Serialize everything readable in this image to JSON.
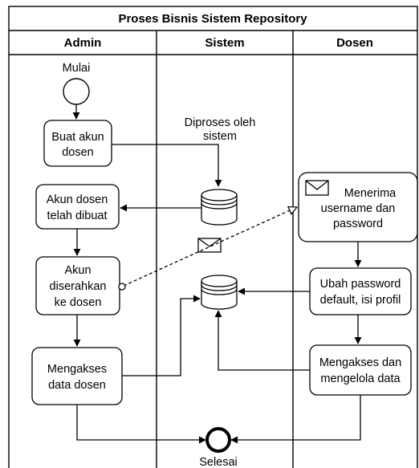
{
  "title": "Proses Bisnis Sistem Repository",
  "lanes": [
    "Admin",
    "Sistem",
    "Dosen"
  ],
  "start_label": "Mulai",
  "end_label": "Selesai",
  "annotation": [
    "Diproses oleh",
    "sistem"
  ],
  "tasks": {
    "buat_akun": [
      "Buat akun",
      "dosen"
    ],
    "akun_dibuat": [
      "Akun dosen",
      "telah dibuat"
    ],
    "akun_diserahkan": [
      "Akun",
      "diserahkan",
      "ke dosen"
    ],
    "mengakses_admin": [
      "Mengakses",
      "data dosen"
    ],
    "menerima": [
      "Menerima",
      "username dan",
      "password"
    ],
    "ubah_password": [
      "Ubah password",
      "default, isi profil"
    ],
    "mengelola": [
      "Mengakses dan",
      "mengelola data"
    ]
  }
}
